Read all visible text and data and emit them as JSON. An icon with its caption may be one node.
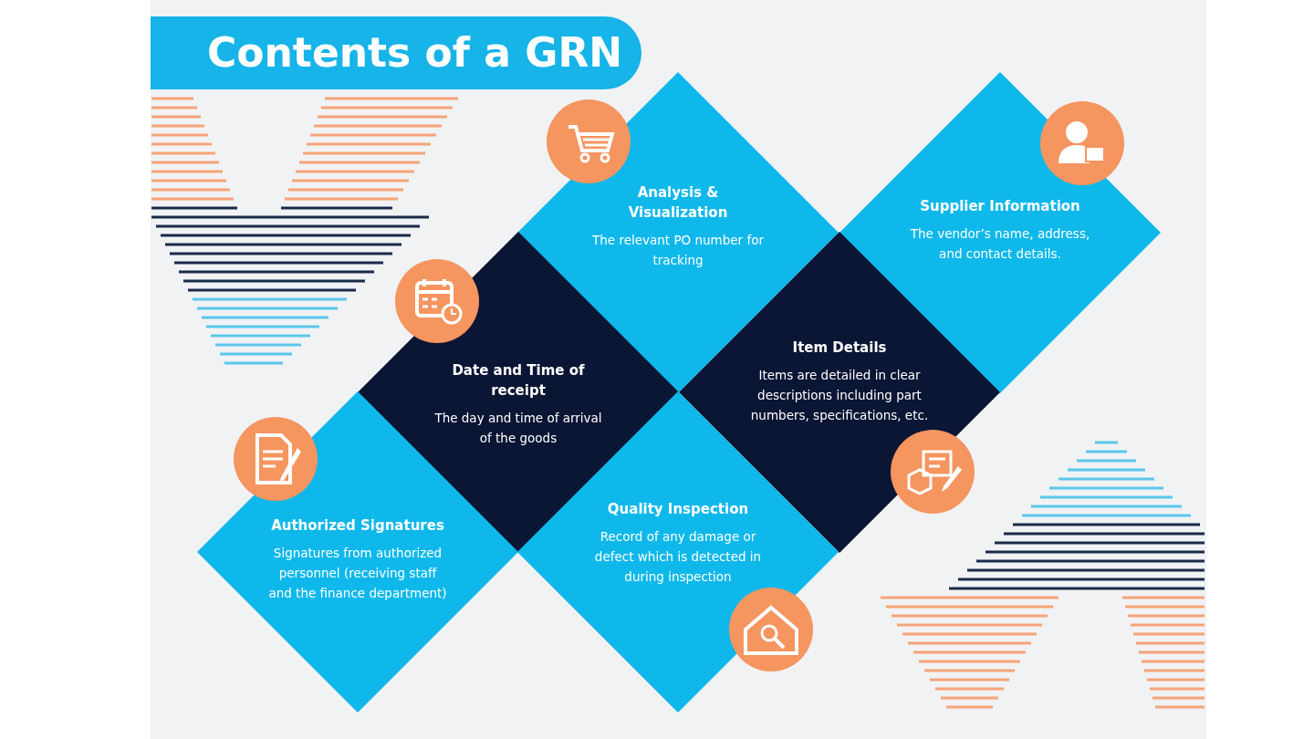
{
  "diagram": {
    "title": "Contents of a GRN",
    "nodes": [
      {
        "text": [
          "Analysis & Visualization",
          "The relevant PO number for tracking"
        ]
      },
      {
        "text": [
          "Supplier Information",
          "The vendor’s name, address, and contact details."
        ]
      },
      {
        "text": [
          "Date and Time of receipt",
          "The day and time of arrival of the goods"
        ]
      },
      {
        "text": [
          "Item Details",
          "Items are detailed in clear descriptions including part numbers, specifications, etc."
        ]
      },
      {
        "text": [
          "Authorized Signatures",
          "Signatures from authorized personnel (receiving staff and the finance department)"
        ]
      },
      {
        "text": [
          "Quality Inspection",
          "Record of any damage or defect which is detected in during inspection"
        ]
      }
    ]
  }
}
